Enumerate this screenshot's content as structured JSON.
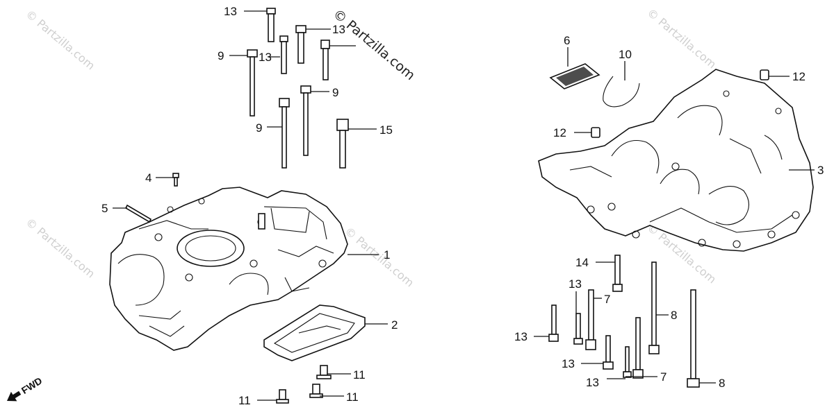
{
  "watermark": "© Partzilla.com",
  "fwd_label": "FWD",
  "callouts": [
    "1",
    "2",
    "3",
    "4",
    "5",
    "6",
    "7",
    "8",
    "9",
    "10",
    "11",
    "12",
    "13",
    "14",
    "15"
  ]
}
